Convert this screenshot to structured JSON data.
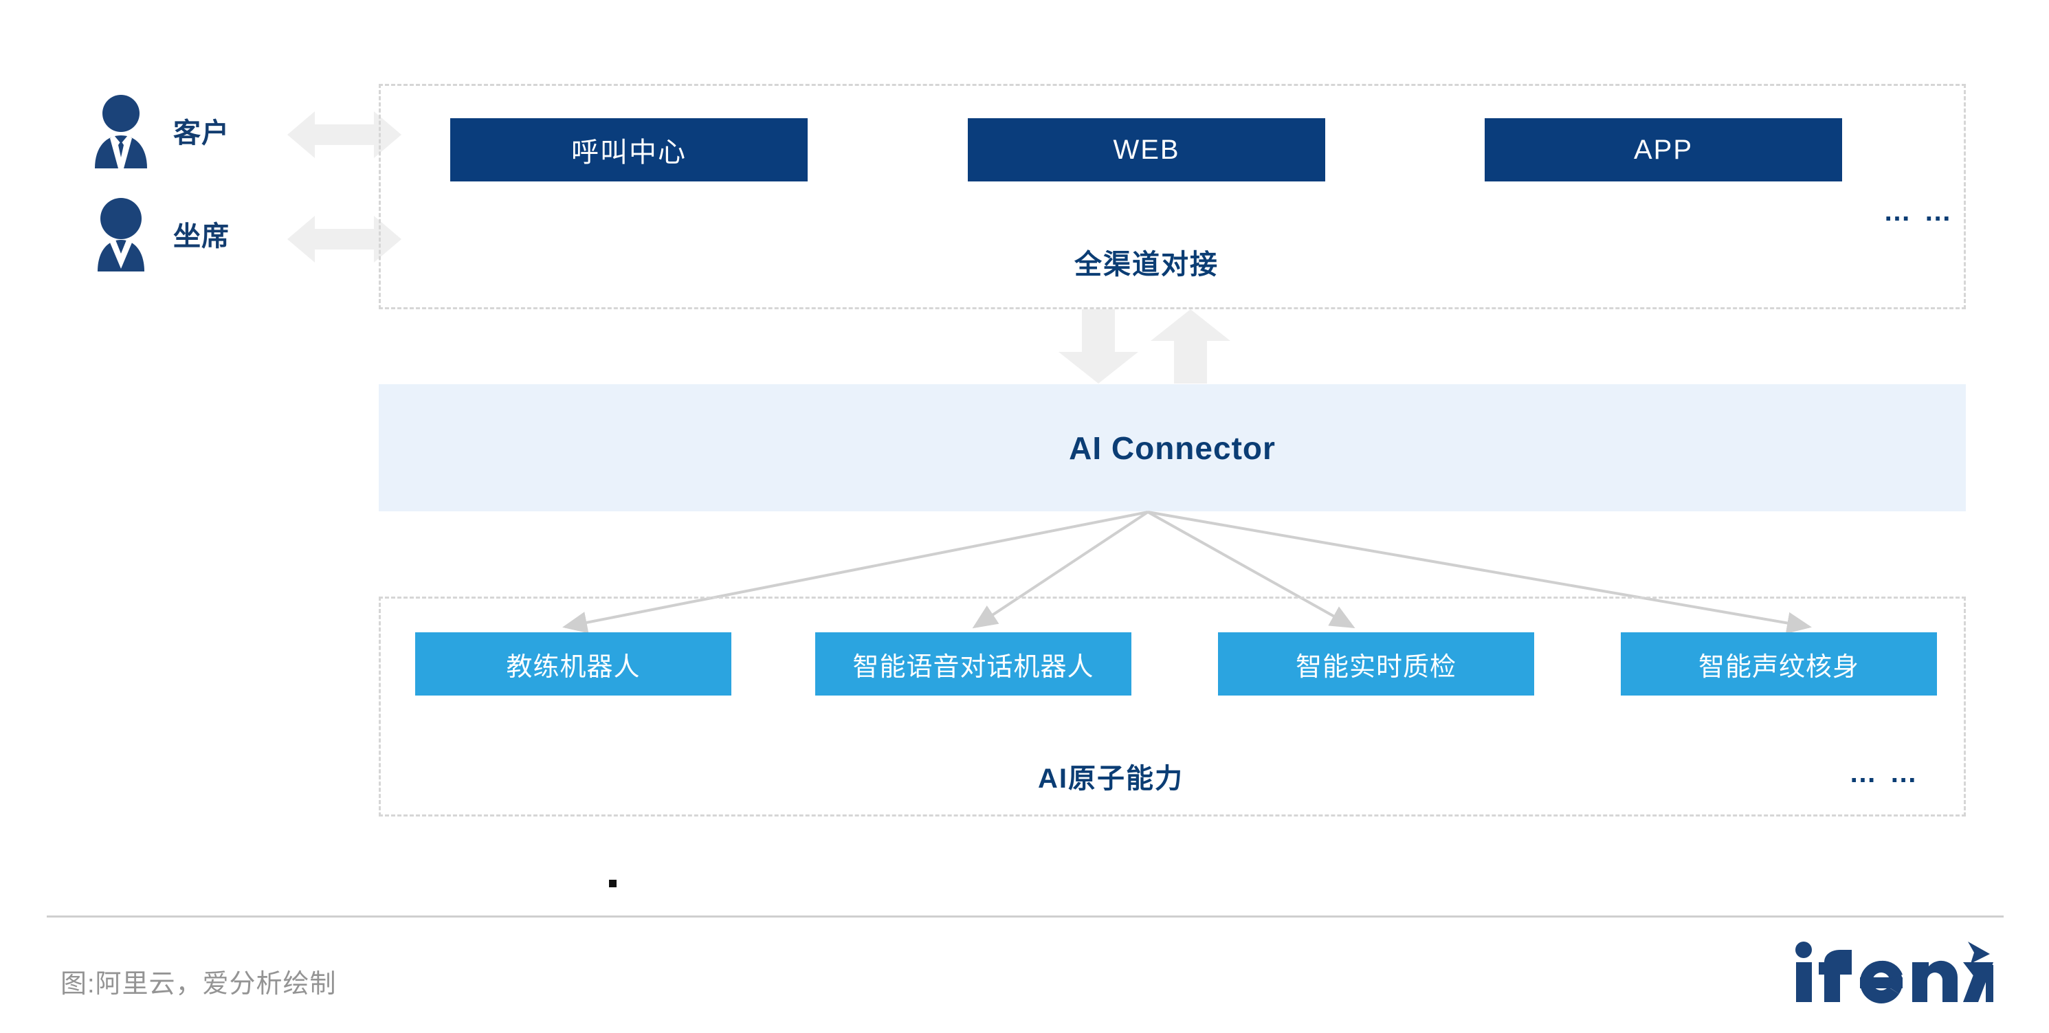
{
  "actors": [
    {
      "label": "客户",
      "icon": "customer-person-icon"
    },
    {
      "label": "坐席",
      "icon": "agent-person-icon"
    }
  ],
  "channel_layer": {
    "caption": "全渠道对接",
    "ellipsis": "… …",
    "boxes": [
      {
        "label": "呼叫中心"
      },
      {
        "label": "WEB"
      },
      {
        "label": "APP"
      }
    ]
  },
  "connector": {
    "label": "AI Connector"
  },
  "capability_layer": {
    "caption": "AI原子能力",
    "ellipsis": "… …",
    "boxes": [
      {
        "label": "教练机器人"
      },
      {
        "label": "智能语音对话机器人"
      },
      {
        "label": "智能实时质检"
      },
      {
        "label": "智能声纹核身"
      }
    ]
  },
  "footer": {
    "caption": "图:阿里云，爱分析绘制",
    "brand": "ifenxi"
  },
  "colors": {
    "navy": "#0A3D7C",
    "navy_text": "#0B3D74",
    "cyan": "#2BA4E0",
    "band_bg": "#EAF2FB",
    "dashed_border": "#d6d6d6",
    "arrow_gray": "#EFEFEF",
    "line_gray": "#CFCFCF",
    "footer_text": "#949494"
  }
}
